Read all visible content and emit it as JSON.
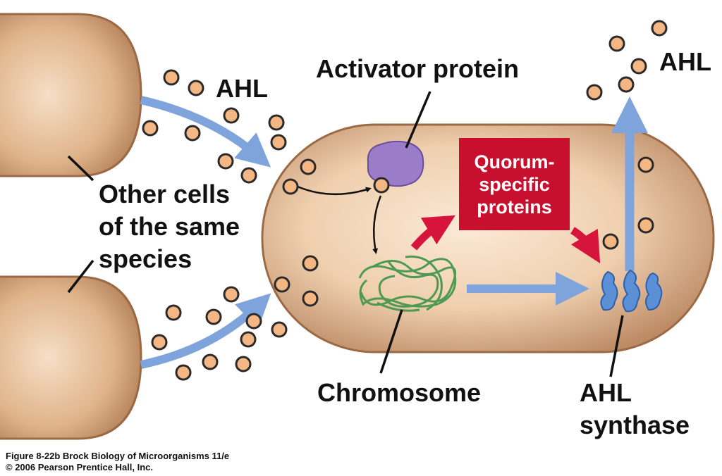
{
  "labels": {
    "ahl_left": "AHL",
    "ahl_top_right": "AHL",
    "activator_protein": "Activator protein",
    "other_cells": [
      "Other cells",
      "of the same",
      "species"
    ],
    "quorum_specific_proteins": [
      "Quorum-",
      "specific",
      "proteins"
    ],
    "chromosome": "Chromosome",
    "ahl_synthase": [
      "AHL",
      "synthase"
    ]
  },
  "credits": {
    "line1": "Figure 8-22b  Brock Biology of Microorganisms 11/e",
    "line2": "© 2006 Pearson Prentice Hall, Inc."
  },
  "colors": {
    "cell_fill": "#ebc9a5",
    "cell_outline": "#9b6a45",
    "ahl_dot": "#f4b784",
    "arrow_blue": "#7fa4dc",
    "arrow_red": "#d7143c",
    "activator_purple": "#9b7cc8",
    "chromosome_green": "#4e9a52",
    "synthase_blue": "#5b8fd6",
    "quorum_box": "#c8102e"
  }
}
